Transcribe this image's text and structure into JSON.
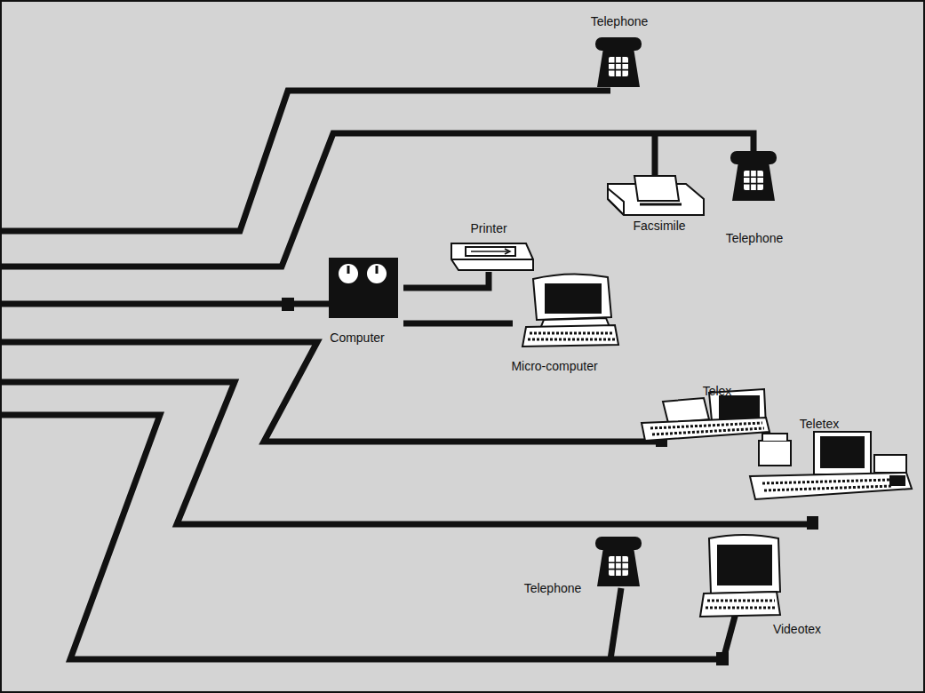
{
  "diagram": {
    "nodes": [
      {
        "text": [
          "Telephone"
        ]
      },
      {
        "text": [
          "Facsimile"
        ]
      },
      {
        "text": [
          "Telephone"
        ]
      },
      {
        "text": [
          "Printer"
        ]
      },
      {
        "text": [
          "Computer"
        ]
      },
      {
        "text": [
          "Micro-computer"
        ]
      },
      {
        "text": [
          "Telex"
        ]
      },
      {
        "text": [
          "Teletex"
        ]
      },
      {
        "text": [
          "Telephone"
        ]
      },
      {
        "text": [
          "Videotex"
        ]
      }
    ],
    "edges": [
      {
        "from": 4,
        "to": 3,
        "arrow": "none"
      },
      {
        "from": 4,
        "to": 5,
        "arrow": "none"
      }
    ]
  }
}
